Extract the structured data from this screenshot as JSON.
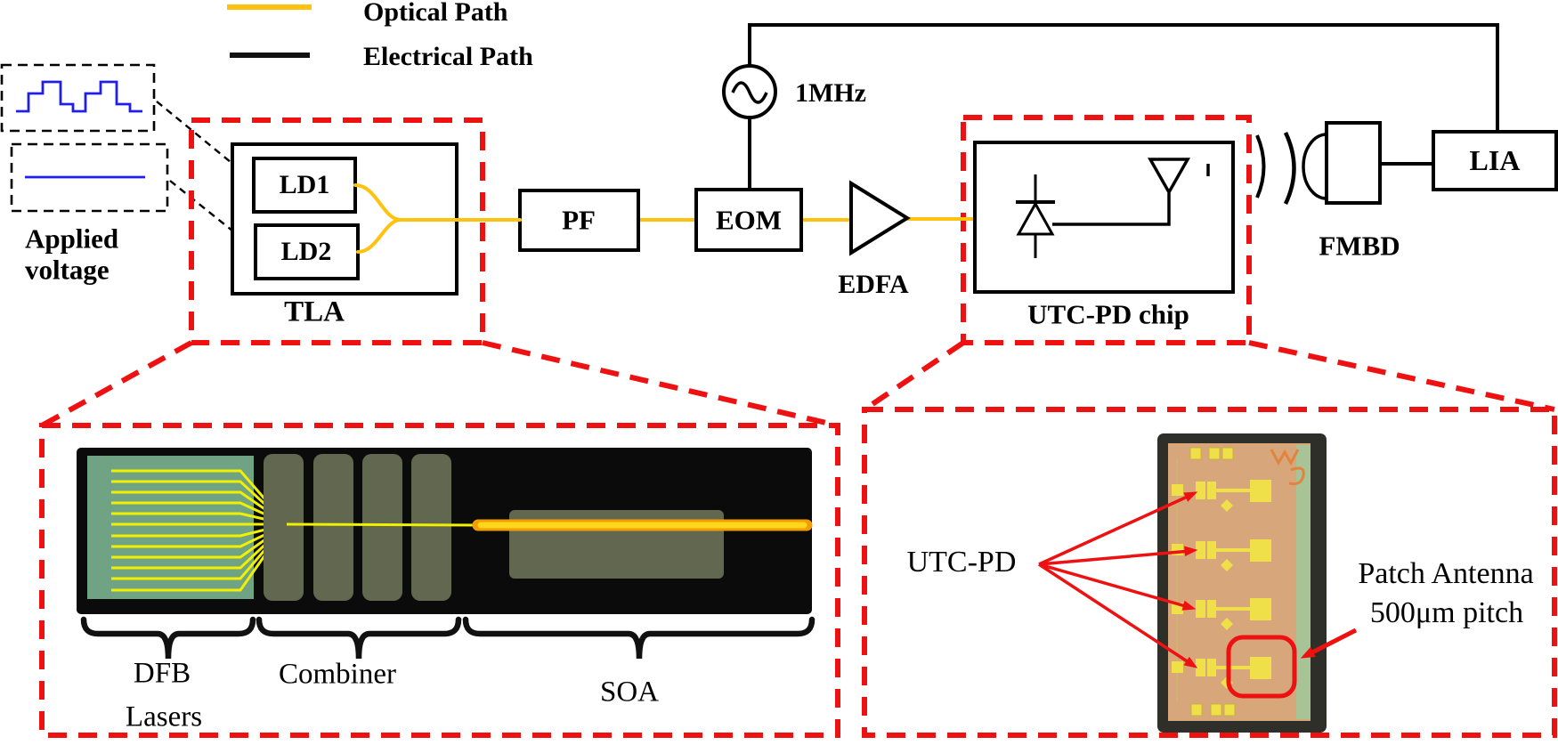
{
  "legend": {
    "optical_label": "Optical Path",
    "electrical_label": "Electrical Path",
    "optical_color": "#FFC20E",
    "electrical_color": "#111111"
  },
  "applied_voltage": {
    "line1": "Applied",
    "line2": "voltage"
  },
  "blocks": {
    "ld1": "LD1",
    "ld2": "LD2",
    "tla": "TLA",
    "pf": "PF",
    "eom": "EOM",
    "oscillator_freq": "1MHz",
    "edfa": "EDFA",
    "utc_pd_chip": "UTC-PD chip",
    "fmbd": "FMBD",
    "lia": "LIA"
  },
  "tla_detail": {
    "dfb_line1": "DFB",
    "dfb_line2": "Lasers",
    "combiner": "Combiner",
    "soa": "SOA"
  },
  "utc_detail": {
    "utc_pd": "UTC-PD",
    "patch_line1": "Patch Antenna",
    "patch_line2": "500μm  pitch"
  },
  "colors": {
    "highlight_red": "#EE1111",
    "waveform_blue": "#1F1FE8",
    "chip_green": "#6FA383",
    "chip_olive": "#61684F",
    "photo_tan": "#D7A67A",
    "photo_pad_yellow": "#EFE049"
  }
}
